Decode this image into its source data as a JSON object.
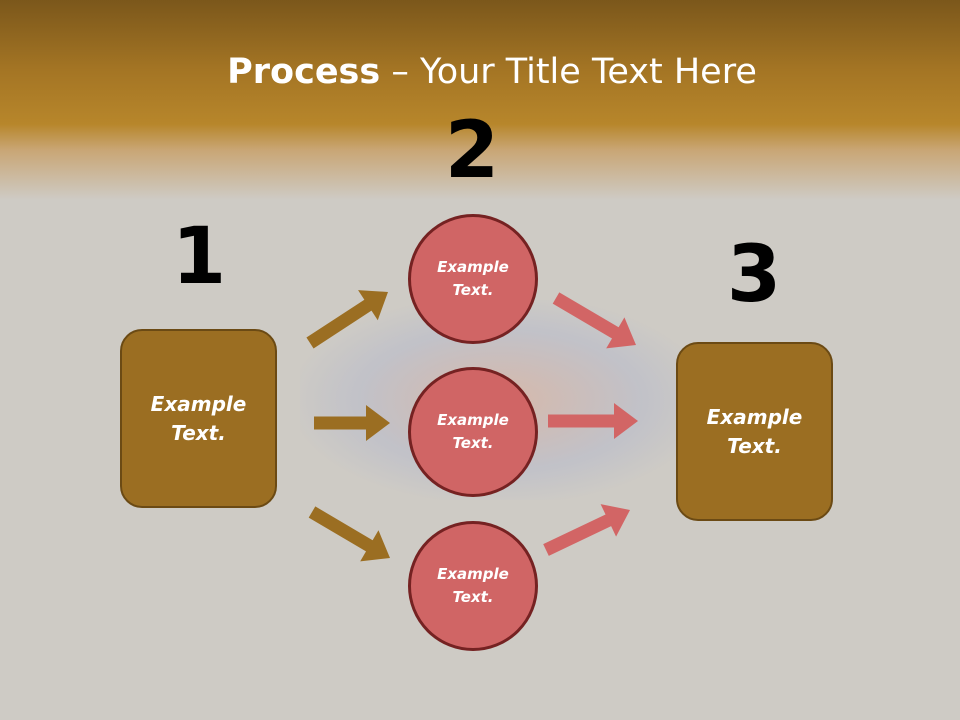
{
  "title": {
    "bold": "Process",
    "rest": " – Your Title Text Here"
  },
  "steps": [
    {
      "number": "1",
      "box_text": [
        "Example",
        "Text."
      ]
    },
    {
      "number": "2",
      "circles": [
        [
          "Example",
          "Text."
        ],
        [
          "Example",
          "Text."
        ],
        [
          "Example",
          "Text."
        ]
      ]
    },
    {
      "number": "3",
      "box_text": [
        "Example",
        "Text."
      ]
    }
  ],
  "colors": {
    "box": "#9b6e22",
    "circle": "#d06565",
    "arrow_brown": "#9b6e22",
    "arrow_red": "#d26565"
  }
}
